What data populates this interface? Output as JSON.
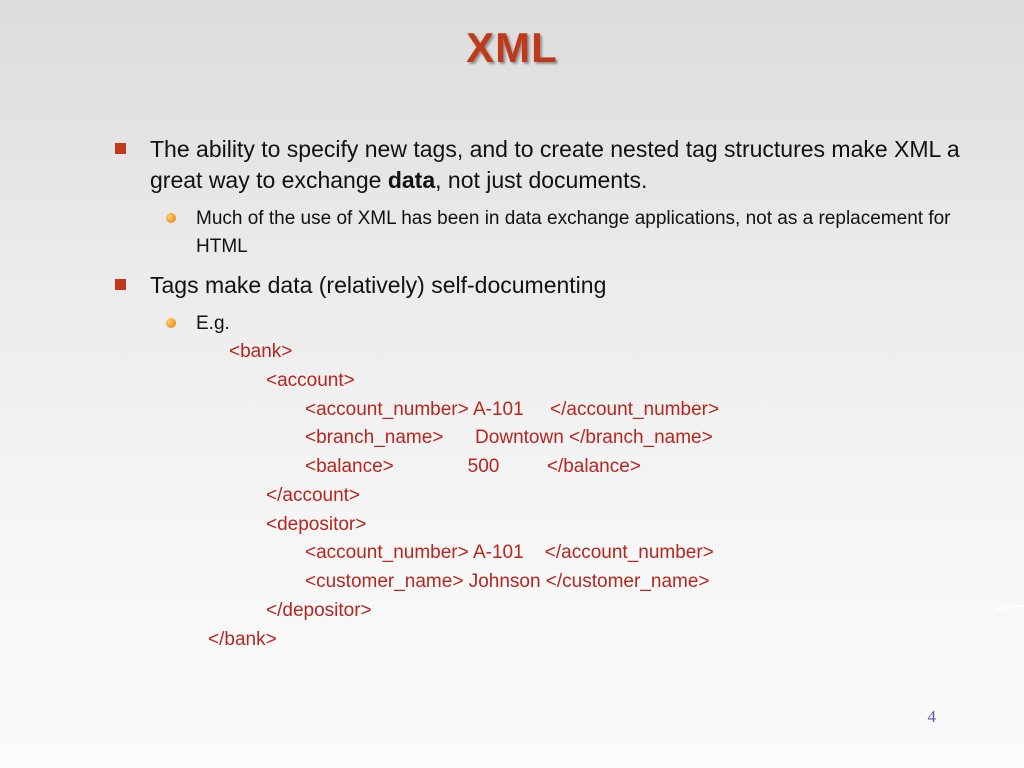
{
  "slide": {
    "title": "XML",
    "bullets": [
      {
        "text_before": "The ability to specify new tags, and to create nested tag structures make XML a great way to exchange ",
        "bold": "data",
        "text_after": ", not just documents.",
        "sub": "Much of the use of XML has been in data exchange applications, not as a replacement for HTML"
      },
      {
        "text": "Tags make data (relatively) self-documenting",
        "sub": "E.g."
      }
    ],
    "code_lines": [
      "<bank>",
      "<account>",
      "<account_number> A-101     </account_number>",
      "<branch_name>      Downtown </branch_name>",
      "<balance>              500         </balance>",
      "</account>",
      "<depositor>",
      "<account_number> A-101    </account_number>",
      "<customer_name> Johnson </customer_name>",
      "</depositor>",
      "</bank>"
    ],
    "page_number": "4"
  },
  "colors": {
    "title": "#c0391b",
    "code": "#b5261e",
    "bullet_square": "#c0391b",
    "bullet_dot": "#f4a02a",
    "page_number": "#5a5aa8"
  }
}
